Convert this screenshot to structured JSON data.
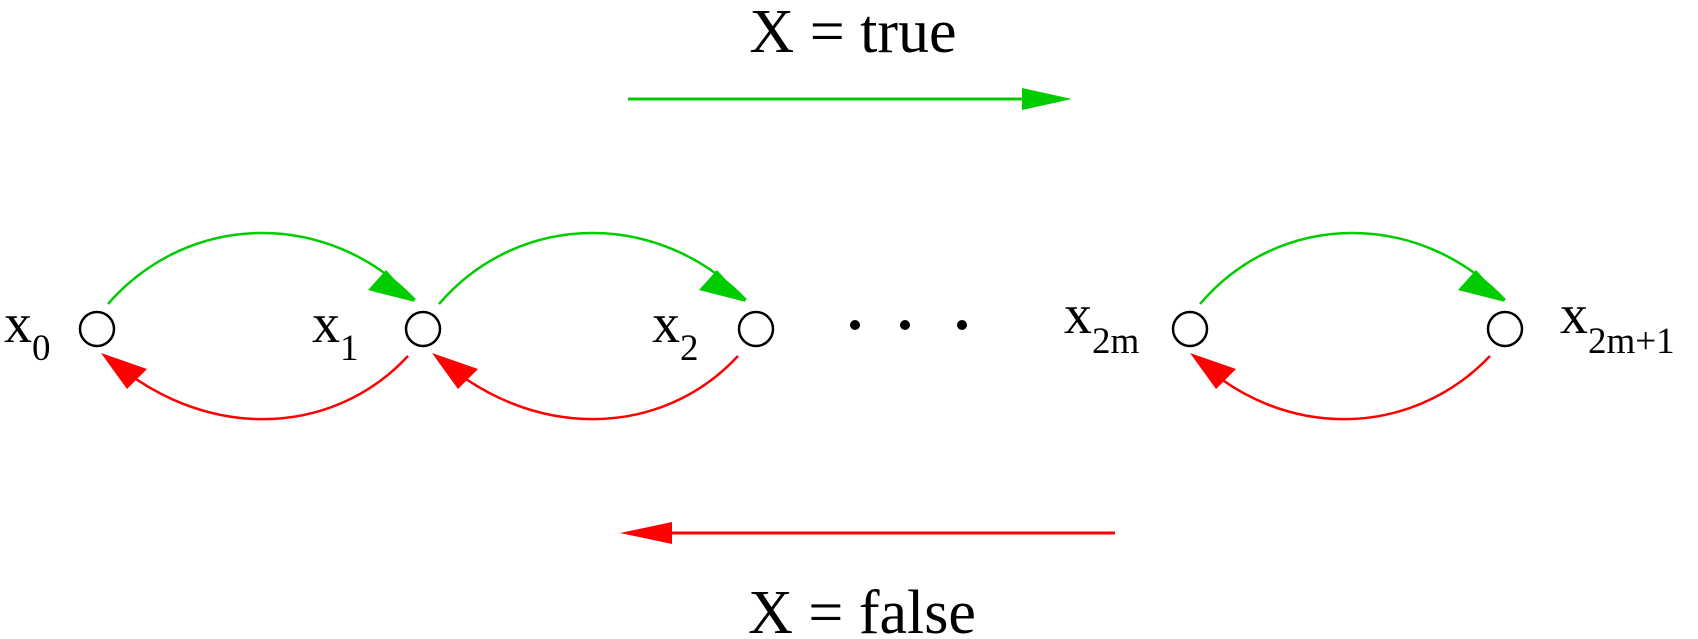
{
  "legend": {
    "true_label": "X = true",
    "false_label": "X = false",
    "true_color": "#00cc00",
    "false_color": "#ff0000"
  },
  "nodes": [
    {
      "main": "x",
      "sub": "0"
    },
    {
      "main": "x",
      "sub": "1"
    },
    {
      "main": "x",
      "sub": "2"
    },
    {
      "main": "x",
      "sub": "2m"
    },
    {
      "main": "x",
      "sub": "2m+1"
    }
  ],
  "ellipsis": "…",
  "edge_colors": {
    "forward": "#00cc00",
    "backward": "#ff0000"
  }
}
